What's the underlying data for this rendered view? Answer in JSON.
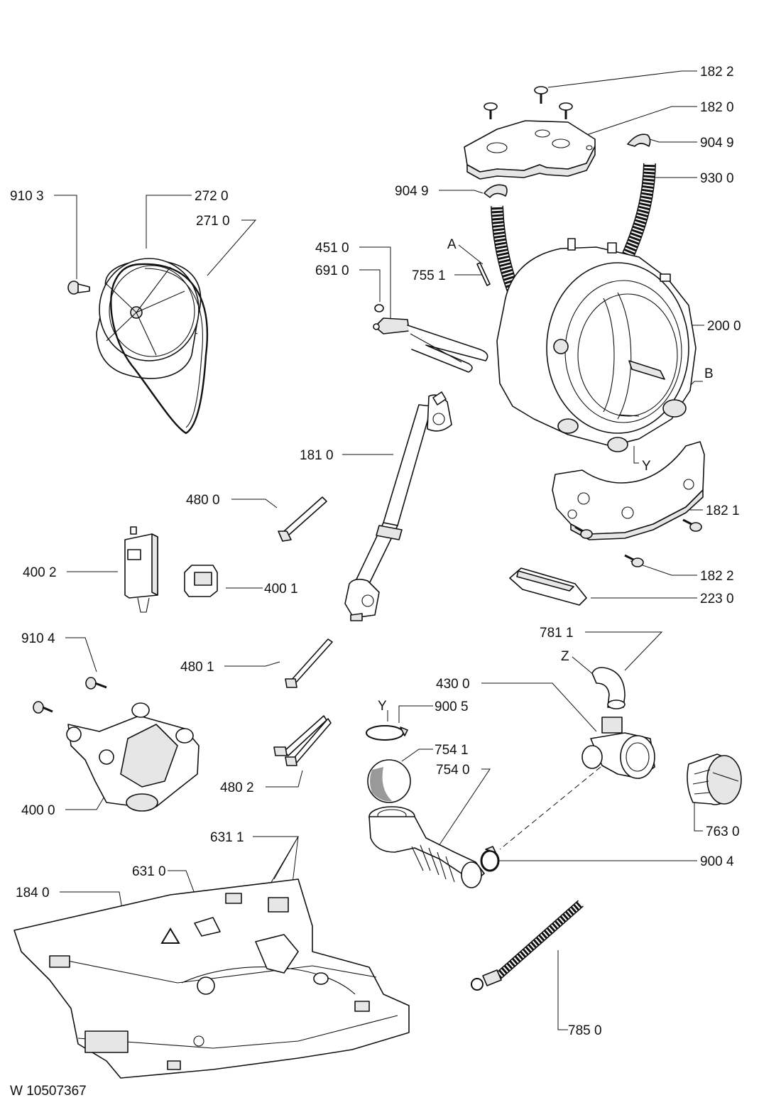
{
  "diagram": {
    "drawing_code": "W 10507367",
    "callouts": {
      "c1822a": "182 2",
      "c1820": "182 0",
      "c9049a": "904 9",
      "c9049b": "904 9",
      "c9300": "930 0",
      "c9103": "910 3",
      "c2720": "272 0",
      "c2710": "271 0",
      "c4510": "451 0",
      "c6910": "691 0",
      "cA": "A",
      "c7551": "755 1",
      "c2000": "200 0",
      "cB": "B",
      "cY1": "Y",
      "c1810": "181 0",
      "c1821": "182 1",
      "c4800": "480 0",
      "c1822b": "182 2",
      "c4002": "400 2",
      "c4001": "400 1",
      "c2230": "223 0",
      "c7811": "781 1",
      "c9104": "910 4",
      "cZ": "Z",
      "c4801": "480 1",
      "c4300": "430 0",
      "cY2": "Y",
      "c9005": "900 5",
      "c7541": "754 1",
      "c7540": "754 0",
      "c4802": "480 2",
      "c4000": "400 0",
      "c7630": "763 0",
      "c6311": "631 1",
      "c6310": "631 0",
      "c9004": "900 4",
      "c1840": "184 0",
      "c7850": "785 0"
    }
  }
}
